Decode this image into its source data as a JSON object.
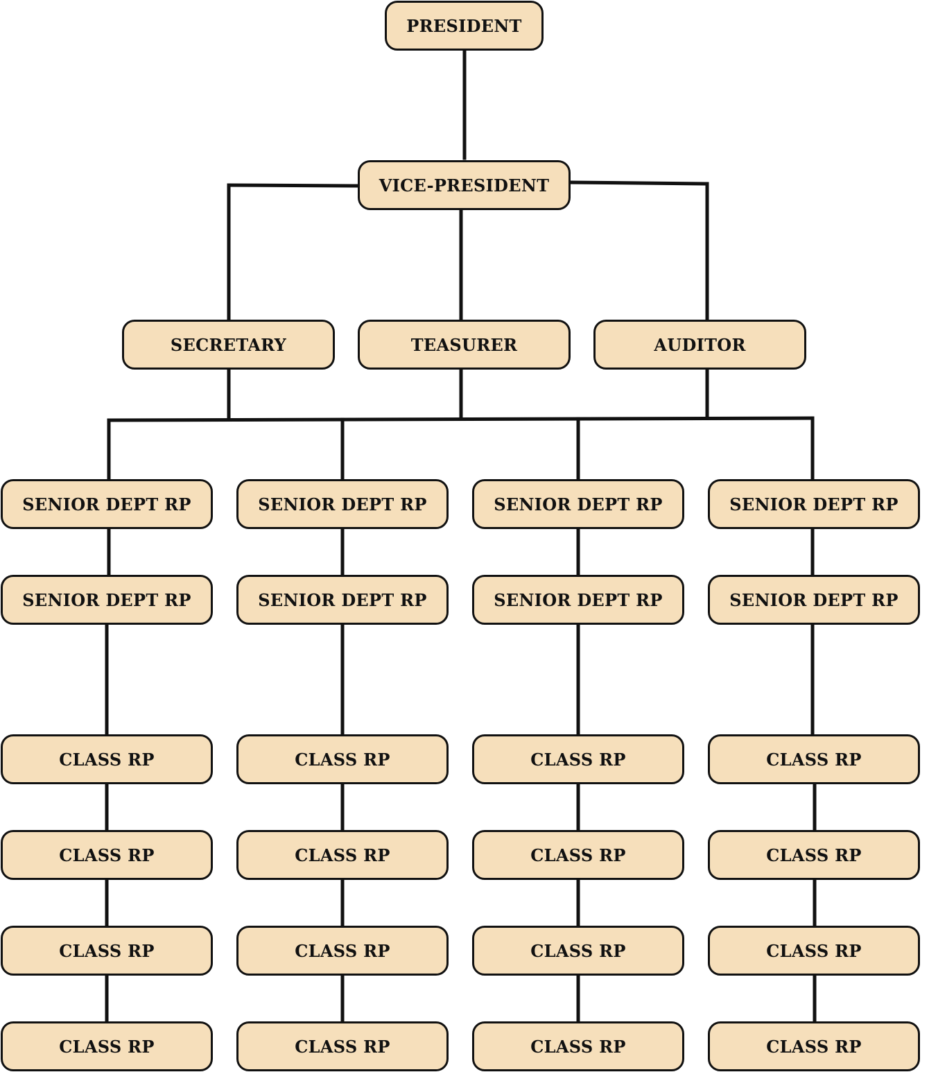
{
  "colors": {
    "box_fill": "#f6dfbb",
    "stroke": "#111111",
    "background": "#ffffff"
  },
  "nodes": {
    "president": "PRESIDENT",
    "vice_president": "VICE-PRESIDENT",
    "secretary": "SECRETARY",
    "treasurer": "TEASURER",
    "auditor": "AUDITOR",
    "columns": [
      {
        "senior": [
          "SENIOR DEPT RP",
          "SENIOR DEPT RP"
        ],
        "class": [
          "CLASS RP",
          "CLASS RP",
          "CLASS RP",
          "CLASS RP"
        ]
      },
      {
        "senior": [
          "SENIOR DEPT RP",
          "SENIOR DEPT RP"
        ],
        "class": [
          "CLASS RP",
          "CLASS RP",
          "CLASS RP",
          "CLASS RP"
        ]
      },
      {
        "senior": [
          "SENIOR DEPT RP",
          "SENIOR DEPT RP"
        ],
        "class": [
          "CLASS RP",
          "CLASS RP",
          "CLASS RP",
          "CLASS RP"
        ]
      },
      {
        "senior": [
          "SENIOR DEPT RP",
          "SENIOR DEPT RP"
        ],
        "class": [
          "CLASS RP",
          "CLASS RP",
          "CLASS RP",
          "CLASS RP"
        ]
      }
    ]
  }
}
